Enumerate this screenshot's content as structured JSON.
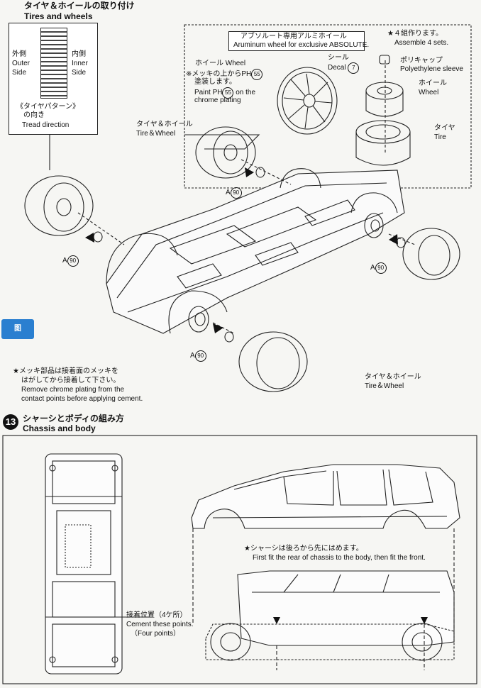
{
  "step12": {
    "title_jp": "タイヤ＆ホイールの取り付け",
    "title_en": "Tires and wheels"
  },
  "tread_box": {
    "outer_jp": "外側",
    "outer_en1": "Outer",
    "outer_en2": "Side",
    "inner_jp": "内側",
    "inner_en1": "Inner",
    "inner_en2": "Side",
    "pattern_jp": "《タイヤパターン》",
    "pattern_jp2": "の向き",
    "pattern_en": "Tread direction"
  },
  "wheel_box": {
    "exclusive_jp": "アブソルート専用アルミホイール",
    "exclusive_en": "Aruminum wheel for exclusive ABSOLUTE.",
    "wheel_label": "ホイール Wheel",
    "chrome_jp1": "※メッキの上からPH",
    "chrome_jp2": "塗装します。",
    "chrome_en1": "Paint PH",
    "chrome_en2": "on the",
    "chrome_en3": "chrome plating",
    "ph_num": "55",
    "decal_jp": "シール",
    "decal_en": "Decal",
    "decal_num": "7",
    "assemble_jp": "★４組作ります。",
    "assemble_en": "Assemble 4 sets.",
    "poly_jp": "ポリキャップ",
    "poly_en": "Polyethylene sleeve",
    "wheel_jp": "ホイール",
    "wheel_en": "Wheel",
    "tire_jp": "タイヤ",
    "tire_en": "Tire"
  },
  "tire_wheel_top": {
    "jp": "タイヤ＆ホイール",
    "en": "Tire＆Wheel"
  },
  "tire_wheel_bottom": {
    "jp": "タイヤ＆ホイール",
    "en": "Tire＆Wheel"
  },
  "part_refs": {
    "letter": "A",
    "num": "90"
  },
  "chrome_note": {
    "jp1": "★メッキ部品は接着面のメッキを",
    "jp2": "はがしてから接着して下さい。",
    "en1": "Remove chrome plating from the",
    "en2": "contact points before applying cement."
  },
  "step13": {
    "number": "13",
    "title_jp": "シャーシとボディの組み方",
    "title_en": "Chassis and body"
  },
  "fit_note": {
    "jp": "★シャーシは後ろから先にはめます。",
    "en": "First fit the rear of chassis to the body, then fit the front."
  },
  "cement_note": {
    "jp": "接着位置（4ケ所）",
    "en1": "Cement these points.",
    "en2": "（Four points）"
  },
  "watermark": "图"
}
